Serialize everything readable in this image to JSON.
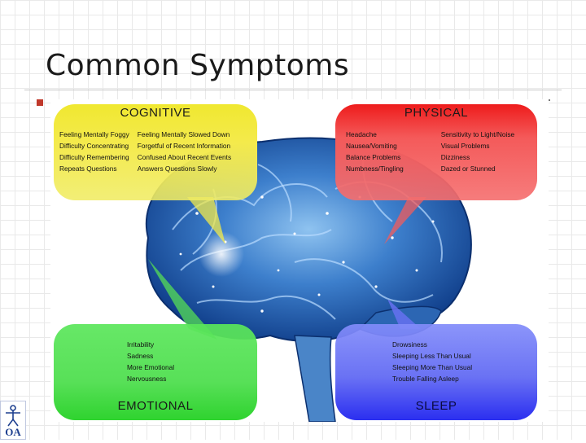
{
  "slide": {
    "title": "Common Symptoms"
  },
  "panels": {
    "cognitive": {
      "heading": "COGNITIVE",
      "col1": [
        "Feeling Mentally Foggy",
        "Difficulty Concentrating",
        "Difficulty Remembering",
        "Repeats Questions"
      ],
      "col2": [
        "Feeling Mentally Slowed Down",
        "Forgetful of Recent Information",
        "Confused About Recent Events",
        "Answers Questions Slowly"
      ]
    },
    "physical": {
      "heading": "PHYSICAL",
      "col1": [
        "Headache",
        "Nausea/Vomiting",
        "Balance Problems",
        "Numbness/Tingling"
      ],
      "col2": [
        "Sensitivity to Light/Noise",
        "Visual Problems",
        "Dizziness",
        "Dazed or Stunned"
      ]
    },
    "emotional": {
      "heading": "EMOTIONAL",
      "items": [
        "Irritability",
        "Sadness",
        "More Emotional",
        "Nervousness"
      ]
    },
    "sleep": {
      "heading": "SLEEP",
      "items": [
        "Drowsiness",
        "Sleeping Less Than Usual",
        "Sleeping More Than Usual",
        "Trouble Falling Asleep"
      ]
    }
  },
  "logo": {
    "text": "OA"
  },
  "colors": {
    "cognitive": "#f0e830",
    "physical": "#ee1c1c",
    "emotional": "#2fd32f",
    "sleep": "#2b2ff0",
    "bullet": "#c0392b"
  }
}
